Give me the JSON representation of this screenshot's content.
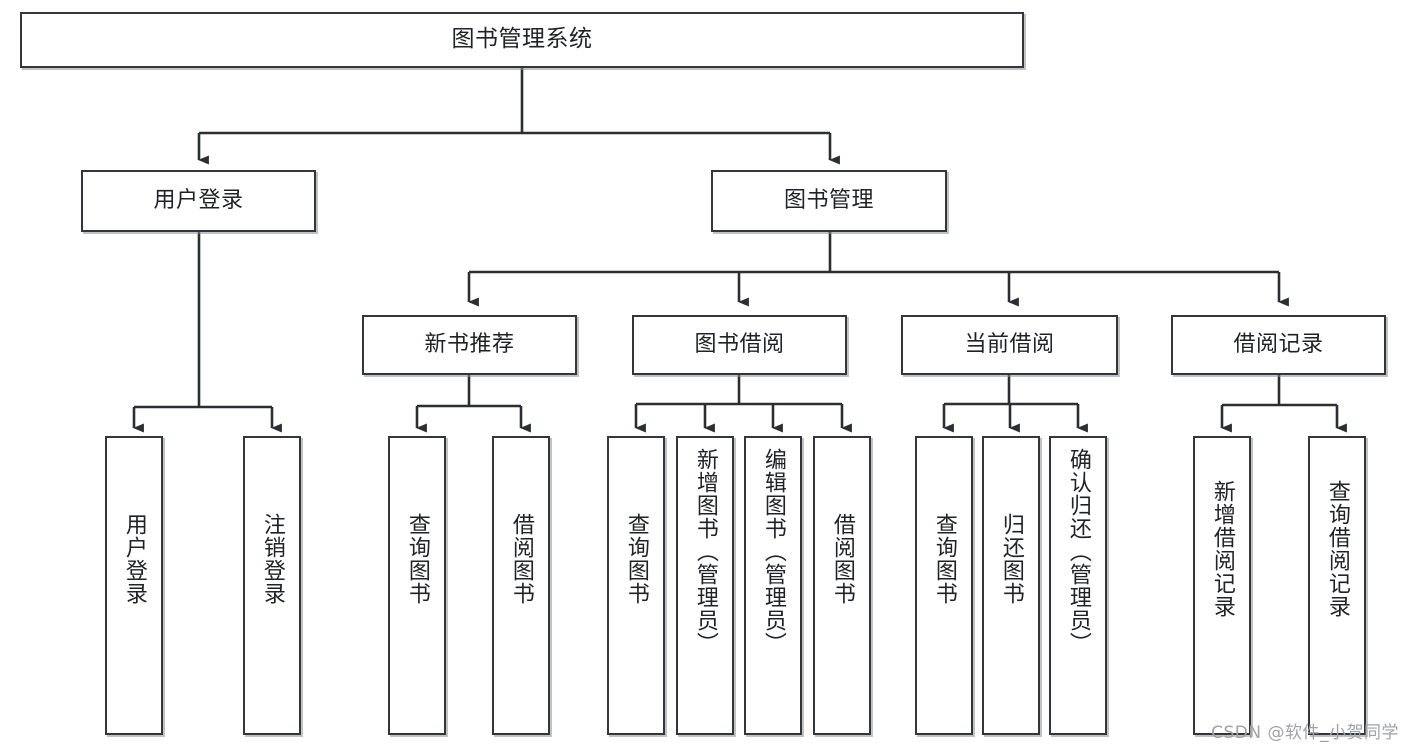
{
  "diagram": {
    "title": "图书管理系统",
    "type": "tree-hierarchy-diagram",
    "colors": {
      "box_border": "#33373b",
      "box_fill": "#ffffff",
      "edge": "#2b2f33",
      "text": "#1f2226",
      "watermark": "#9fa3a8",
      "background": "#ffffff"
    },
    "nodes": {
      "root": {
        "label": "图书管理系统"
      },
      "level2": [
        {
          "label": "用户登录"
        },
        {
          "label": "图书管理"
        }
      ],
      "level3": [
        {
          "label": "新书推荐"
        },
        {
          "label": "图书借阅"
        },
        {
          "label": "当前借阅"
        },
        {
          "label": "借阅记录"
        }
      ],
      "leaves_user_login": [
        {
          "label": "用户登录"
        },
        {
          "label": "注销登录"
        }
      ],
      "leaves_new_book": [
        {
          "label": "查询图书"
        },
        {
          "label": "借阅图书"
        }
      ],
      "leaves_borrow": [
        {
          "label": "查询图书"
        },
        {
          "label": "新增图书（管理员）"
        },
        {
          "label": "编辑图书（管理员）"
        },
        {
          "label": "借阅图书"
        }
      ],
      "leaves_current": [
        {
          "label": "查询图书"
        },
        {
          "label": "归还图书"
        },
        {
          "label": "确认归还（管理员）"
        }
      ],
      "leaves_records": [
        {
          "label": "新增借阅记录"
        },
        {
          "label": "查询借阅记录"
        }
      ]
    },
    "watermark": "CSDN @软件_小贺同学"
  }
}
